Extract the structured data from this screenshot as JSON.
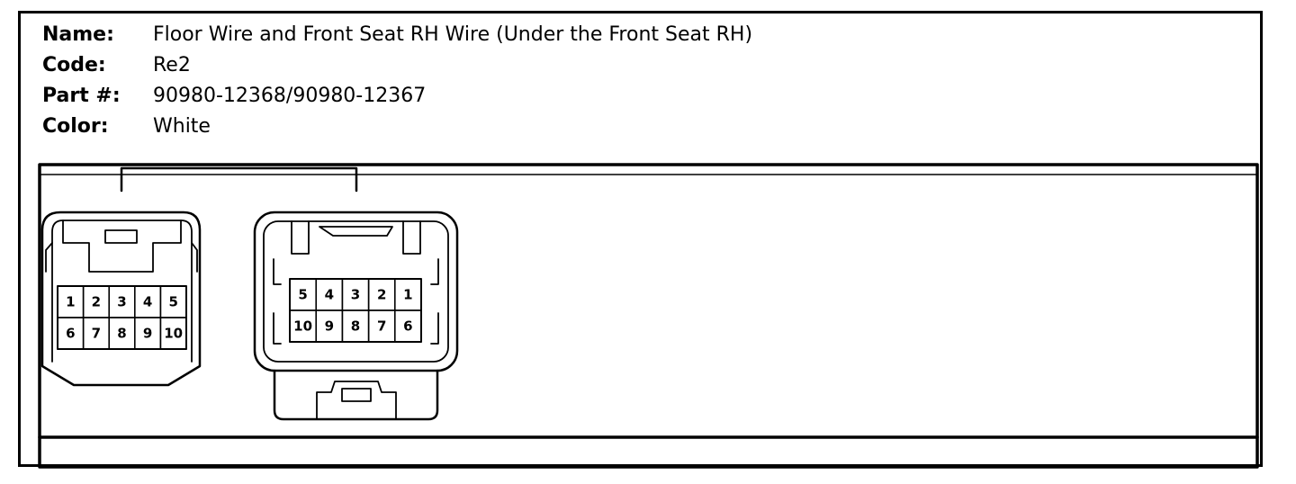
{
  "info": {
    "rows": [
      {
        "label": "Name:",
        "value": "Floor Wire and Front Seat RH Wire (Under the Front Seat RH)"
      },
      {
        "label": "Code:",
        "value": "Re2"
      },
      {
        "label": "Part #:",
        "value": "90980-12368/90980-12367"
      },
      {
        "label": "Color:",
        "value": "White"
      }
    ]
  },
  "connectors": {
    "left": {
      "top_row": [
        "1",
        "2",
        "3",
        "4",
        "5"
      ],
      "bottom_row": [
        "6",
        "7",
        "8",
        "9",
        "10"
      ]
    },
    "right": {
      "top_row": [
        "5",
        "4",
        "3",
        "2",
        "1"
      ],
      "bottom_row": [
        "10",
        "9",
        "8",
        "7",
        "6"
      ]
    }
  }
}
